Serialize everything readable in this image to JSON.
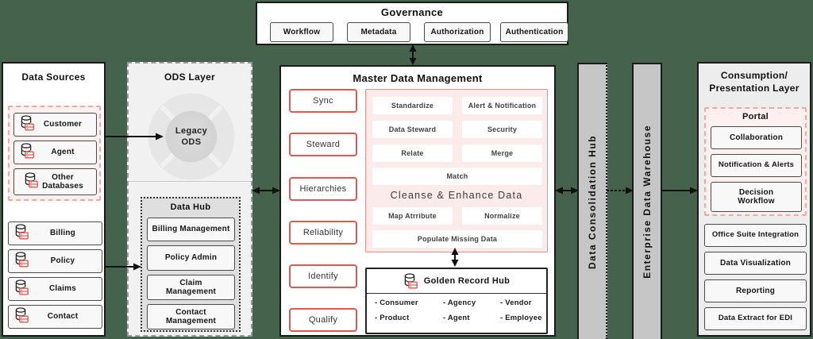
{
  "colors": {
    "background": "#45634C",
    "accent_red": "#E2574F",
    "pink_border": "#F2A7A2",
    "pink_fill": "#FDF0EF",
    "bar_gray": "#C6C6C6"
  },
  "governance": {
    "title": "Governance",
    "items": [
      "Workflow",
      "Metadata",
      "Authorization",
      "Authentication"
    ]
  },
  "data_sources": {
    "title": "Data Sources",
    "grouped": [
      "Customer",
      "Agent",
      "Other Databases"
    ],
    "items": [
      "Billing",
      "Policy",
      "Claims",
      "Contact"
    ]
  },
  "ods_layer": {
    "title": "ODS Layer",
    "legacy_ods": "Legacy ODS",
    "data_hub": {
      "title": "Data Hub",
      "items": [
        "Billing Management",
        "Policy Admin",
        "Claim Management",
        "Contact Management"
      ]
    }
  },
  "mdm": {
    "title": "Master Data Management",
    "capabilities": [
      "Sync",
      "Steward",
      "Hierarchies",
      "Reliability",
      "Identify",
      "Qualify"
    ],
    "functions": {
      "row1": [
        "Standardize",
        "Alert & Notification"
      ],
      "row2": [
        "Data Steward",
        "Security"
      ],
      "row3": [
        "Relate",
        "Merge"
      ],
      "match": "Match",
      "cleanse_title": "Cleanse & Enhance Data",
      "row4": [
        "Map Atrribute",
        "Normalize"
      ],
      "populate": "Populate Missing Data"
    },
    "golden_record_hub": {
      "title": "Golden Record Hub",
      "entities": [
        "- Consumer",
        "- Agency",
        "- Vendor",
        "- Product",
        "- Agent",
        "- Employee"
      ]
    }
  },
  "pipeline": {
    "bar1": "Data Consolidation Hub",
    "bar2": "Enterprise Data Warehouse"
  },
  "consumption": {
    "title_line1": "Consumption/",
    "title_line2": "Presentation Layer",
    "portal": {
      "title": "Portal",
      "items": [
        "Collaboration",
        "Notification & Alerts",
        "Decision Workflow"
      ]
    },
    "items": [
      "Office Suite Integration",
      "Data Visualization",
      "Reporting",
      "Data Extract for EDI"
    ]
  }
}
